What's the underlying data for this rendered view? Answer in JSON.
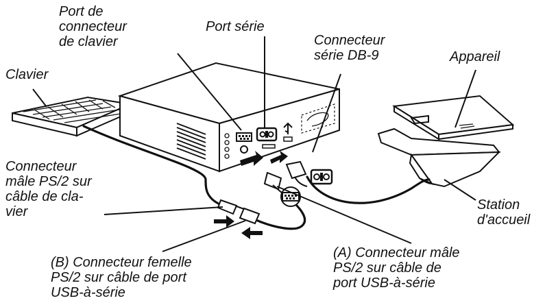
{
  "labels": {
    "port_connecteur_clavier": "Port de\nconnecteur\nde clavier",
    "port_serie": "Port série",
    "connecteur_serie_db9": "Connecteur\nsérie DB-9",
    "appareil": "Appareil",
    "clavier": "Clavier",
    "connecteur_male_ps2_clavier": "Connecteur\nmâle PS/2 sur\ncâble de cla-\nvier",
    "station_accueil": "Station\nd'accueil",
    "connecteur_femelle_b": "(B) Connecteur femelle\nPS/2 sur câble de port\nUSB-à-série",
    "connecteur_male_a": "(A) Connecteur mâle\nPS/2 sur câble de\nport USB-à-série"
  },
  "colors": {
    "ink": "#111111",
    "background": "#ffffff"
  }
}
